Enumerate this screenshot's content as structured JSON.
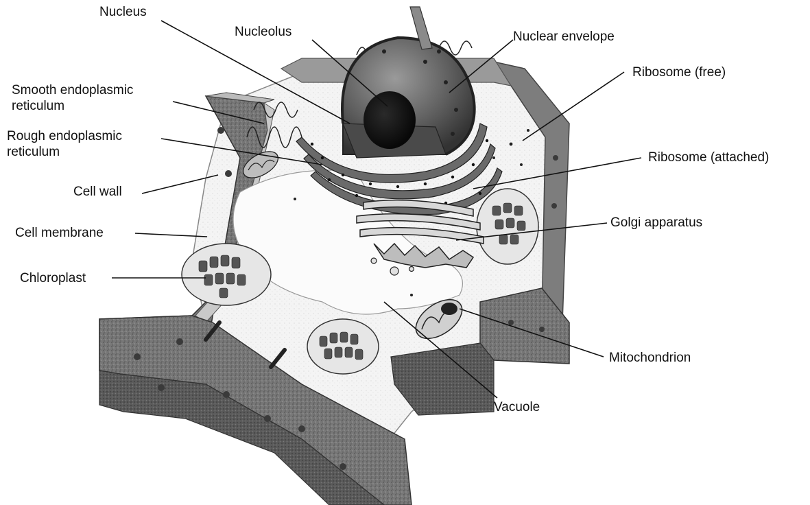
{
  "labels": {
    "nucleus": "Nucleus",
    "nucleolus": "Nucleolus",
    "nuclear_envelope": "Nuclear envelope",
    "ribosome_free": "Ribosome (free)",
    "smooth_er_line1": "Smooth endoplasmic",
    "smooth_er_line2": "reticulum",
    "rough_er_line1": "Rough endoplasmic",
    "rough_er_line2": "reticulum",
    "ribosome_attached": "Ribosome (attached)",
    "cell_wall": "Cell wall",
    "golgi": "Golgi apparatus",
    "cell_membrane": "Cell membrane",
    "chloroplast": "Chloroplast",
    "mitochondrion": "Mitochondrion",
    "vacuole": "Vacuole"
  },
  "colors": {
    "wall": "#8c8c8c",
    "wall_dark": "#5e5e5e",
    "wall_light": "#c4c4c4",
    "cytoplasm": "#f2f2f2",
    "vacuole": "#fafafa",
    "nucleus": "#6e6e6e",
    "nucleolus": "#1e1e1e",
    "leader": "#111111"
  }
}
